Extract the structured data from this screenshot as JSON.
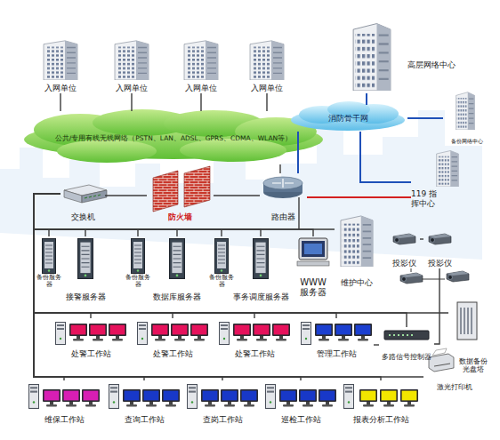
{
  "diagram": {
    "nodes": [
      {
        "text": [
          "入网单位"
        ]
      },
      {
        "text": [
          "入网单位"
        ]
      },
      {
        "text": [
          "入网单位"
        ]
      },
      {
        "text": [
          "入网单位"
        ]
      },
      {
        "text": [
          "公共/专用有线无线网络（PSTN、LAN、ADSL、GPRS、CDMA、WLAN等）"
        ]
      },
      {
        "text": [
          "消防骨干网"
        ]
      },
      {
        "text": [
          "高层网络中心"
        ]
      },
      {
        "text": [
          "备份网络中心"
        ]
      },
      {
        "text": [
          "119 指挥中心"
        ]
      },
      {
        "text": [
          "交换机"
        ]
      },
      {
        "text": [
          "防火墙"
        ]
      },
      {
        "text": [
          "路由器"
        ]
      },
      {
        "text": [
          "备份服务器"
        ]
      },
      {
        "text": [
          "接警服务器"
        ]
      },
      {
        "text": [
          "备份服务器"
        ]
      },
      {
        "text": [
          "数据库服务器"
        ]
      },
      {
        "text": [
          "备份服务器"
        ]
      },
      {
        "text": [
          "事务调度服务器"
        ]
      },
      {
        "text": [
          "WWW 服务器"
        ]
      },
      {
        "text": [
          "维护中心"
        ]
      },
      {
        "text": [
          "投影仪"
        ]
      },
      {
        "text": [
          "投影仪"
        ]
      },
      {
        "text": [
          "处警工作站"
        ]
      },
      {
        "text": [
          "处警工作站"
        ]
      },
      {
        "text": [
          "处警工作站"
        ]
      },
      {
        "text": [
          "管理工作站"
        ]
      },
      {
        "text": [
          "多路信号控制器"
        ]
      },
      {
        "text": [
          "维保工作站"
        ]
      },
      {
        "text": [
          "查询工作站"
        ]
      },
      {
        "text": [
          "查岗工作站"
        ]
      },
      {
        "text": [
          "巡检工作站"
        ]
      },
      {
        "text": [
          "报表分析工作站"
        ]
      },
      {
        "text": [
          "数据备份 光盘塔"
        ]
      },
      {
        "text": [
          "激光打印机"
        ]
      }
    ],
    "edges": [
      {
        "from": 4,
        "to": 0,
        "arrow": "none"
      },
      {
        "from": 4,
        "to": 1,
        "arrow": "none"
      },
      {
        "from": 4,
        "to": 2,
        "arrow": "none"
      },
      {
        "from": 4,
        "to": 3,
        "arrow": "none"
      },
      {
        "from": 4,
        "to": 11,
        "arrow": "none"
      },
      {
        "from": 11,
        "to": 5,
        "arrow": "none"
      },
      {
        "from": 5,
        "to": 6,
        "arrow": "none"
      },
      {
        "from": 5,
        "to": 7,
        "arrow": "none"
      },
      {
        "from": 5,
        "to": 8,
        "arrow": "none"
      },
      {
        "from": 11,
        "to": 8,
        "arrow": "none"
      },
      {
        "from": 9,
        "to": 10,
        "arrow": "none"
      },
      {
        "from": 10,
        "to": 11,
        "arrow": "none"
      },
      {
        "from": 9,
        "to": 12,
        "arrow": "none"
      },
      {
        "from": 9,
        "to": 13,
        "arrow": "none"
      },
      {
        "from": 9,
        "to": 14,
        "arrow": "none"
      },
      {
        "from": 9,
        "to": 15,
        "arrow": "none"
      },
      {
        "from": 9,
        "to": 16,
        "arrow": "none"
      },
      {
        "from": 9,
        "to": 17,
        "arrow": "none"
      },
      {
        "from": 9,
        "to": 18,
        "arrow": "none"
      },
      {
        "from": 9,
        "to": 19,
        "arrow": "none"
      },
      {
        "from": 9,
        "to": 22,
        "arrow": "none"
      },
      {
        "from": 9,
        "to": 23,
        "arrow": "none"
      },
      {
        "from": 9,
        "to": 24,
        "arrow": "none"
      },
      {
        "from": 9,
        "to": 25,
        "arrow": "none"
      },
      {
        "from": 9,
        "to": 26,
        "arrow": "none"
      },
      {
        "from": 9,
        "to": 32,
        "arrow": "none"
      },
      {
        "from": 9,
        "to": 27,
        "arrow": "none"
      },
      {
        "from": 9,
        "to": 28,
        "arrow": "none"
      },
      {
        "from": 9,
        "to": 29,
        "arrow": "none"
      },
      {
        "from": 9,
        "to": 30,
        "arrow": "none"
      },
      {
        "from": 9,
        "to": 31,
        "arrow": "none"
      },
      {
        "from": 9,
        "to": 33,
        "arrow": "none"
      },
      {
        "from": 20,
        "to": 21,
        "arrow": "none"
      },
      {
        "from": 21,
        "to": 26,
        "arrow": "none"
      },
      {
        "from": 25,
        "to": 26,
        "arrow": "none"
      }
    ]
  }
}
